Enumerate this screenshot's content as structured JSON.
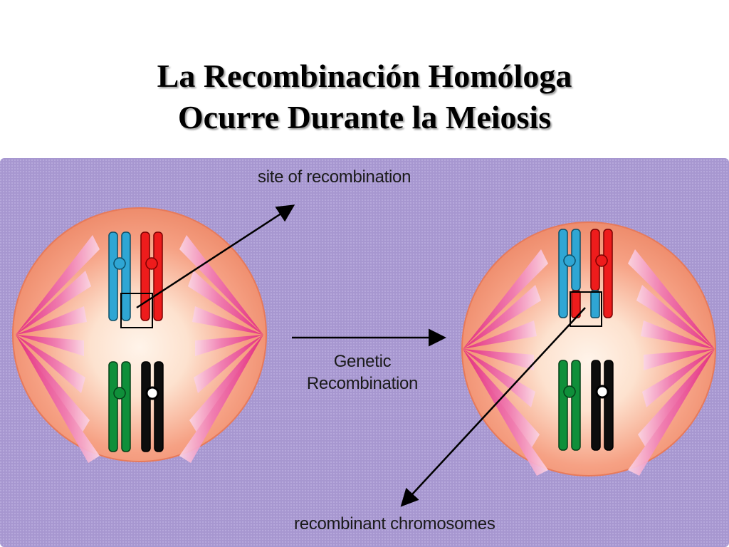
{
  "title": {
    "line1": "La Recombinación Homóloga",
    "line2": "Ocurre Durante la Meiosis"
  },
  "labels": {
    "site": "site of recombination",
    "genetic_line1": "Genetic",
    "genetic_line2": "Recombination",
    "recombinant": "recombinant chromosomes"
  },
  "colors": {
    "background": "#a99ad1",
    "cell": "#f6977a",
    "spindle": "#e8308c",
    "chromosome_blue": "#2fa6d4",
    "chromosome_red": "#ee1c1c",
    "chromosome_green": "#0f8f3a",
    "chromosome_black": "#0d0d0d"
  }
}
